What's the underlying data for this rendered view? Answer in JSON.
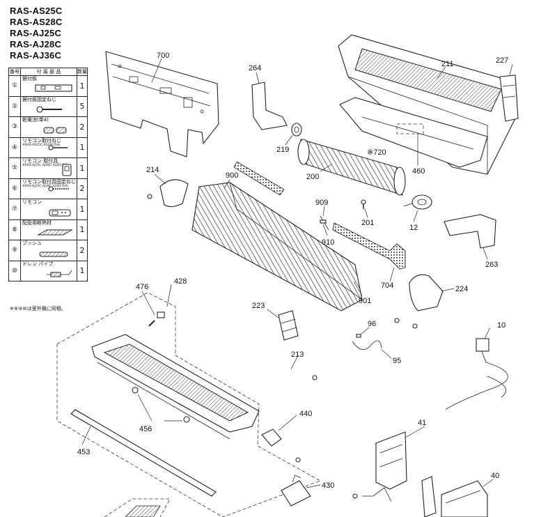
{
  "models": [
    "RAS-AS25C",
    "RAS-AS28C",
    "RAS-AJ25C",
    "RAS-AJ28C",
    "RAS-AJ36C"
  ],
  "accessories": {
    "headers": {
      "num": "番号",
      "name": "付 属 部 品",
      "qty": "数量"
    },
    "rows": [
      {
        "num": "①",
        "name": "据付板",
        "note": "",
        "qty": "1"
      },
      {
        "num": "②",
        "name": "据付板固定ねじ",
        "note": "",
        "qty": "5"
      },
      {
        "num": "③",
        "name": "乾電池(単4)",
        "note": "",
        "qty": "2"
      },
      {
        "num": "④",
        "name": "リモコン取付ねじ",
        "note": "※RAS-AS25C,AS28Cのみ",
        "qty": "1"
      },
      {
        "num": "⑤",
        "name": "リモコン 取付具",
        "note": "※RAS-AJ25C,AJ28C,AJ36Cのみ",
        "qty": "1"
      },
      {
        "num": "⑥",
        "name": "リモコン取付具固定ねじ",
        "note": "※RAS-AJ25C,AJ28C,AJ36Cのみ",
        "qty": "2"
      },
      {
        "num": "⑦",
        "name": "リモコン",
        "note": "",
        "qty": "1"
      },
      {
        "num": "⑧",
        "name": "配管用断熱材",
        "note": "",
        "qty": "1"
      },
      {
        "num": "⑨",
        "name": "ブッシュ",
        "note": "",
        "qty": "2"
      },
      {
        "num": "⑩",
        "name": "ドレン パイプ",
        "note": "",
        "qty": "1"
      }
    ],
    "footnote": "※⑧⑨⑩は室外機に同梱。"
  },
  "callouts": {
    "c700": "700",
    "c264": "264",
    "c211": "211",
    "c227": "227",
    "c219": "219",
    "c720": "※720",
    "c460": "460",
    "c200": "200",
    "c214": "214",
    "c900": "900",
    "c909": "909",
    "c910": "910",
    "c201": "201",
    "c12": "12",
    "c263": "263",
    "c704": "704",
    "c901": "901",
    "c224": "224",
    "c476": "476",
    "c428": "428",
    "c223": "223",
    "c96": "96",
    "c95": "95",
    "c10": "10",
    "c213": "213",
    "c440": "440",
    "c456": "456",
    "c453": "453",
    "c41": "41",
    "c430": "430",
    "c40": "40"
  }
}
